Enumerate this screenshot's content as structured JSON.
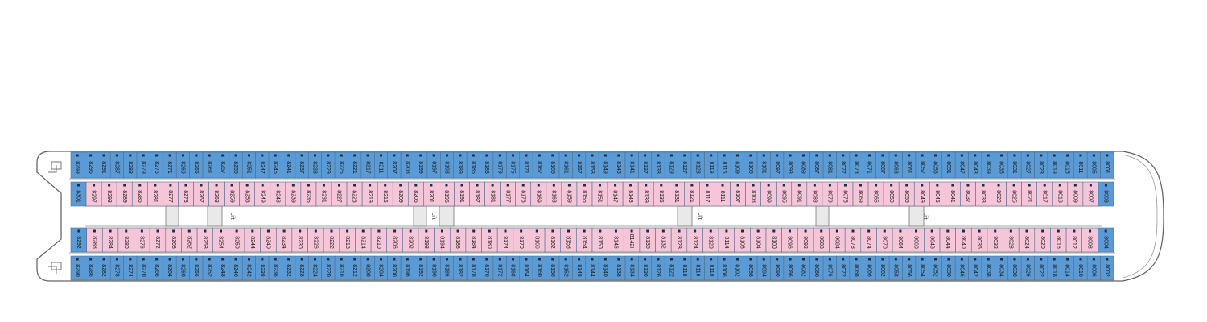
{
  "deck": {
    "lift_label": "Lift",
    "colors": {
      "balcony": "#5b9bd5",
      "inside": "#f6c6d8",
      "hull": "#666666",
      "text": "#1a1a1a"
    },
    "rows": {
      "top_outer": [
        "8299",
        "8295",
        "8291",
        "8287",
        "8283",
        "8279",
        "8275",
        "8271",
        "8269",
        "8265",
        "8261",
        "8257",
        "8255",
        "8251",
        "8247",
        "8245",
        "8241",
        "8237",
        "8233",
        "8229",
        "8225",
        "8221",
        "8217",
        "8211",
        "8207",
        "8203",
        "8199",
        "8197",
        "8193",
        "8189",
        "8185",
        "8183",
        "8179",
        "8175",
        "8171",
        "8167",
        "8165",
        "8161",
        "8157",
        "8153",
        "8149",
        "8145",
        "8141",
        "8137",
        "8133",
        "8129",
        "8127",
        "8123",
        "8119",
        "8115",
        "8109",
        "8105",
        "8101",
        "8097",
        "8093",
        "8089",
        "8087",
        "8081",
        "8077",
        "8073",
        "8071",
        "8067",
        "8063",
        "8061",
        "8057",
        "8053",
        "8051",
        "8047",
        "8043",
        "8039",
        "8035",
        "8031",
        "8027",
        "8023",
        "8019",
        "8015",
        "8011",
        "8005",
        "8001"
      ],
      "top_inner": [
        "8301",
        "8297",
        "8293",
        "8289",
        "8285",
        "8281",
        "8277",
        "8273",
        "8267",
        "8263",
        "8259",
        "8253",
        "8249",
        "8243",
        "8239",
        "8235",
        "8231",
        "8227",
        "8223",
        "8219",
        "8215",
        "8209",
        "8205",
        "8201",
        "8195",
        "8191",
        "8187",
        "8181",
        "8177",
        "8173",
        "8169",
        "8163",
        "8159",
        "8155",
        "8151",
        "8147",
        "8143",
        "8139",
        "8135",
        "8131",
        "8121",
        "8117",
        "8111",
        "8107",
        "8103",
        "8099",
        "8095",
        "8091",
        "8083",
        "8079",
        "8075",
        "8069",
        "8065",
        "8059",
        "8055",
        "8049",
        "8045",
        "8041",
        "8037",
        "8033",
        "8029",
        "8025",
        "8021",
        "8017",
        "8013",
        "8009",
        "8007",
        "8003"
      ],
      "bottom_inner": [
        "8292",
        "8288",
        "8284",
        "8280",
        "8276",
        "8272",
        "8268",
        "8262",
        "8258",
        "8254",
        "8250",
        "8244",
        "8240",
        "8234",
        "8230",
        "8226",
        "8222",
        "8218",
        "8214",
        "8210",
        "8206",
        "8202",
        "8198",
        "8194",
        "8188",
        "8184",
        "8180",
        "8174",
        "8170",
        "8166",
        "8162",
        "8158",
        "8154",
        "8150",
        "8146",
        "8142H",
        "8136",
        "8132",
        "8128",
        "8124",
        "8120",
        "8114",
        "8108",
        "8104",
        "8100",
        "8096",
        "8092",
        "8088",
        "8084",
        "8078",
        "8074",
        "8070",
        "8064",
        "8060",
        "8048",
        "8044",
        "8040",
        "8036",
        "8032",
        "8028",
        "8024",
        "8020",
        "8016",
        "8012",
        "8008",
        "8004"
      ],
      "bottom_outer": [
        "8290",
        "8286",
        "8282",
        "8278",
        "8274",
        "8270",
        "8266",
        "8264",
        "8260",
        "8256",
        "8252",
        "8248",
        "8246",
        "8242",
        "8238",
        "8236",
        "8232",
        "8228",
        "8224",
        "8220",
        "8216",
        "8212",
        "8208",
        "8204",
        "8200",
        "8196",
        "8192",
        "8190",
        "8186",
        "8182",
        "8178",
        "8176",
        "8172",
        "8168",
        "8164",
        "8160",
        "8156",
        "8152",
        "8148",
        "8144",
        "8140",
        "8138",
        "8134",
        "8130",
        "8126",
        "8122",
        "8118",
        "8116",
        "8110",
        "8106",
        "8102",
        "8098",
        "8094",
        "8090",
        "8086",
        "8082",
        "8080",
        "8076",
        "8072",
        "8068",
        "8066",
        "8062",
        "8058",
        "8056",
        "8054",
        "8052",
        "8050",
        "8046",
        "8042",
        "8038",
        "8034",
        "8030",
        "8026",
        "8022",
        "8018",
        "8014",
        "8010",
        "8006",
        "8002"
      ]
    },
    "balcony_cabins": [
      "8301",
      "8292",
      "8003",
      "8004"
    ]
  }
}
